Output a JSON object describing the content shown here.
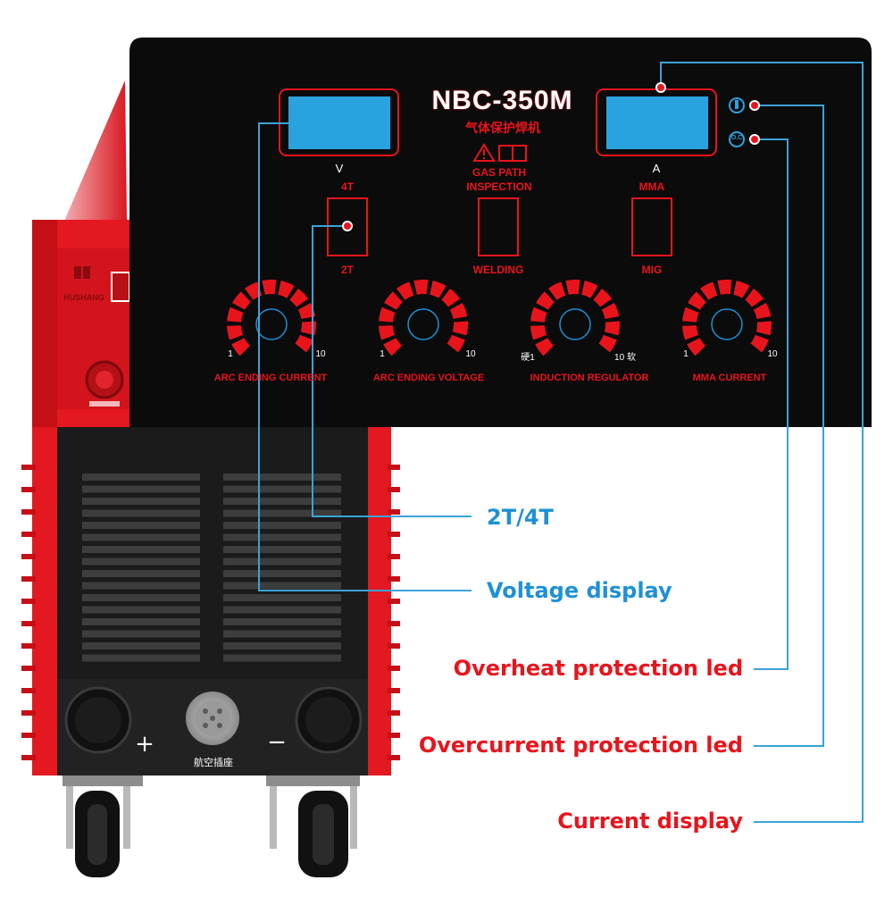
{
  "colors": {
    "panel_bg": "#0b0b0b",
    "brand_red": "#e8141c",
    "display_blue": "#29a3df",
    "leader_line": "#3aa3d8",
    "callout_blue": "#1e90d6",
    "callout_red": "#e8141c"
  },
  "panel": {
    "model": "NBC-350M",
    "subtitle": "气体保护焊机",
    "voltage_unit": "V",
    "current_unit": "A",
    "gas_path_line1": "GAS PATH",
    "gas_path_line2": "INSPECTION",
    "switches": [
      {
        "top": "4T",
        "bottom": "2T"
      },
      {
        "top": "",
        "bottom": "WELDING"
      },
      {
        "top": "MMA",
        "bottom": "MIG"
      }
    ],
    "knobs": [
      {
        "label": "ARC ENDING CURRENT",
        "min": "1",
        "max": "10"
      },
      {
        "label": "ARC ENDING VOLTAGE",
        "min": "1",
        "max": "10"
      },
      {
        "label": "INDUCTION REGULATOR",
        "min": "硬1",
        "max": "10 软"
      },
      {
        "label": "MMA CURRENT",
        "min": "1",
        "max": "10"
      }
    ],
    "oc_label": "O.C"
  },
  "machine": {
    "brand": "HUSHANG",
    "socket_label": "航空插座",
    "plus": "+",
    "minus": "−"
  },
  "callouts": [
    {
      "text": "2T/4T",
      "color": "#1e90d6"
    },
    {
      "text": "Voltage display",
      "color": "#1e90d6"
    },
    {
      "text": "Overheat protection led",
      "color": "#e8141c"
    },
    {
      "text": "Overcurrent protection led",
      "color": "#e8141c"
    },
    {
      "text": "Current display",
      "color": "#e8141c"
    }
  ]
}
